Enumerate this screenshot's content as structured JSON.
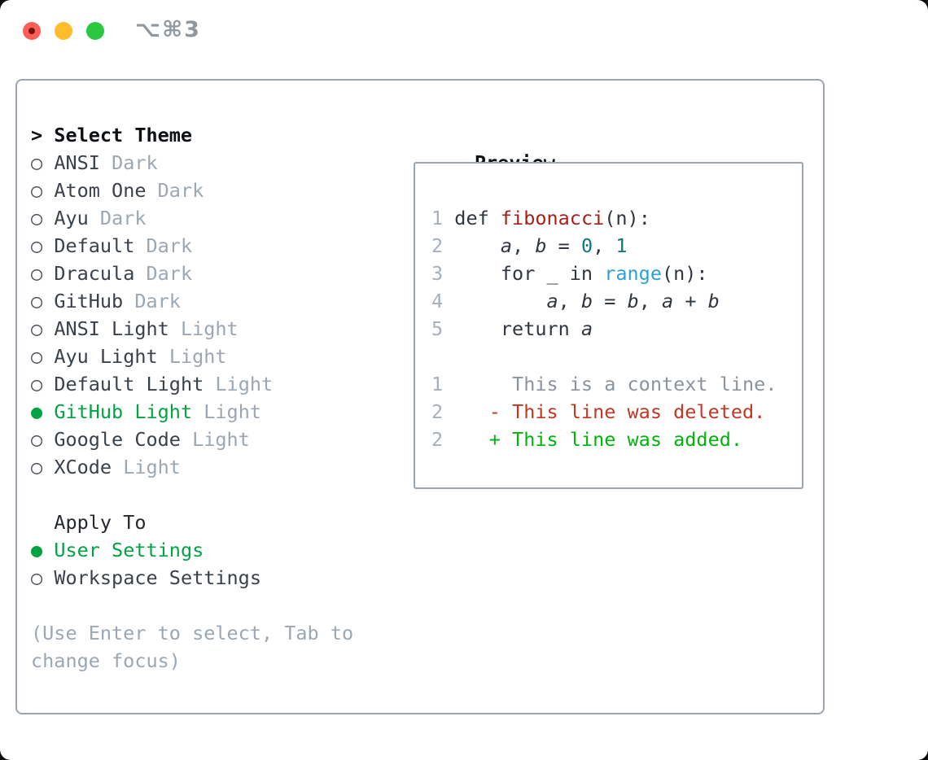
{
  "window": {
    "shortcut_label": "⌥⌘3"
  },
  "colors": {
    "ui_green": "#00a443",
    "add_green": "#00b40c",
    "del_red": "#c23722",
    "fn_red": "#a81f1a",
    "teal": "#11767f",
    "blue": "#2d9fd6",
    "border": "#9aa5b1",
    "muted": "#9ba7b3",
    "line_number": "#a6b0bb",
    "traffic_red": "#ff5d55",
    "traffic_yellow": "#ffbd2e",
    "traffic_green": "#2ac840"
  },
  "theme_list": {
    "prompt": ">",
    "title": "Select Theme",
    "marker_selected": "●",
    "marker_unselected": "○",
    "items": [
      {
        "name": "ANSI",
        "variant": "Dark",
        "selected": false
      },
      {
        "name": "Atom One",
        "variant": "Dark",
        "selected": false
      },
      {
        "name": "Ayu",
        "variant": "Dark",
        "selected": false
      },
      {
        "name": "Default",
        "variant": "Dark",
        "selected": false
      },
      {
        "name": "Dracula",
        "variant": "Dark",
        "selected": false
      },
      {
        "name": "GitHub",
        "variant": "Dark",
        "selected": false
      },
      {
        "name": "ANSI Light",
        "variant": "Light",
        "selected": false
      },
      {
        "name": "Ayu Light",
        "variant": "Light",
        "selected": false
      },
      {
        "name": "Default Light",
        "variant": "Light",
        "selected": false
      },
      {
        "name": "GitHub Light",
        "variant": "Light",
        "selected": true
      },
      {
        "name": "Google Code",
        "variant": "Light",
        "selected": false
      },
      {
        "name": "XCode",
        "variant": "Light",
        "selected": false
      }
    ]
  },
  "apply_to": {
    "title": "Apply To",
    "options": [
      {
        "label": "User Settings",
        "selected": true
      },
      {
        "label": "Workspace Settings",
        "selected": false
      }
    ]
  },
  "hint_lines": [
    "(Use Enter to select, Tab to",
    "change focus)"
  ],
  "preview": {
    "title": "Preview",
    "lines": [
      {
        "kind": "code",
        "segments": [
          {
            "t": "1",
            "c": "num"
          },
          {
            "t": " def ",
            "c": "fg"
          },
          {
            "t": "fibonacci",
            "c": "fn"
          },
          {
            "t": "(n):",
            "c": "fg"
          }
        ]
      },
      {
        "kind": "code",
        "segments": [
          {
            "t": "2",
            "c": "num"
          },
          {
            "t": "     ",
            "c": "fg"
          },
          {
            "t": "a",
            "c": "var"
          },
          {
            "t": ", ",
            "c": "fg"
          },
          {
            "t": "b",
            "c": "var"
          },
          {
            "t": " = ",
            "c": "fg"
          },
          {
            "t": "0",
            "c": "lit"
          },
          {
            "t": ", ",
            "c": "fg"
          },
          {
            "t": "1",
            "c": "lit"
          }
        ]
      },
      {
        "kind": "code",
        "segments": [
          {
            "t": "3",
            "c": "num"
          },
          {
            "t": "     for _ in ",
            "c": "fg"
          },
          {
            "t": "range",
            "c": "call"
          },
          {
            "t": "(n):",
            "c": "fg"
          }
        ]
      },
      {
        "kind": "code",
        "segments": [
          {
            "t": "4",
            "c": "num"
          },
          {
            "t": "         ",
            "c": "fg"
          },
          {
            "t": "a",
            "c": "var"
          },
          {
            "t": ", ",
            "c": "fg"
          },
          {
            "t": "b",
            "c": "var"
          },
          {
            "t": " = ",
            "c": "fg"
          },
          {
            "t": "b",
            "c": "var"
          },
          {
            "t": ", ",
            "c": "fg"
          },
          {
            "t": "a",
            "c": "var"
          },
          {
            "t": " + ",
            "c": "fg"
          },
          {
            "t": "b",
            "c": "var"
          }
        ]
      },
      {
        "kind": "code",
        "segments": [
          {
            "t": "5",
            "c": "num"
          },
          {
            "t": "     return ",
            "c": "fg"
          },
          {
            "t": "a",
            "c": "var"
          }
        ]
      },
      {
        "kind": "blank",
        "segments": []
      },
      {
        "kind": "diff-context",
        "segments": [
          {
            "t": "1",
            "c": "num"
          },
          {
            "t": "      This is a context line.",
            "c": "ctx"
          }
        ]
      },
      {
        "kind": "diff-deleted",
        "segments": [
          {
            "t": "2",
            "c": "num"
          },
          {
            "t": "    ",
            "c": "fg"
          },
          {
            "t": "- This line was deleted.",
            "c": "del"
          }
        ]
      },
      {
        "kind": "diff-added",
        "segments": [
          {
            "t": "2",
            "c": "num"
          },
          {
            "t": "    ",
            "c": "fg"
          },
          {
            "t": "+ This line was added.",
            "c": "add"
          }
        ]
      }
    ]
  }
}
